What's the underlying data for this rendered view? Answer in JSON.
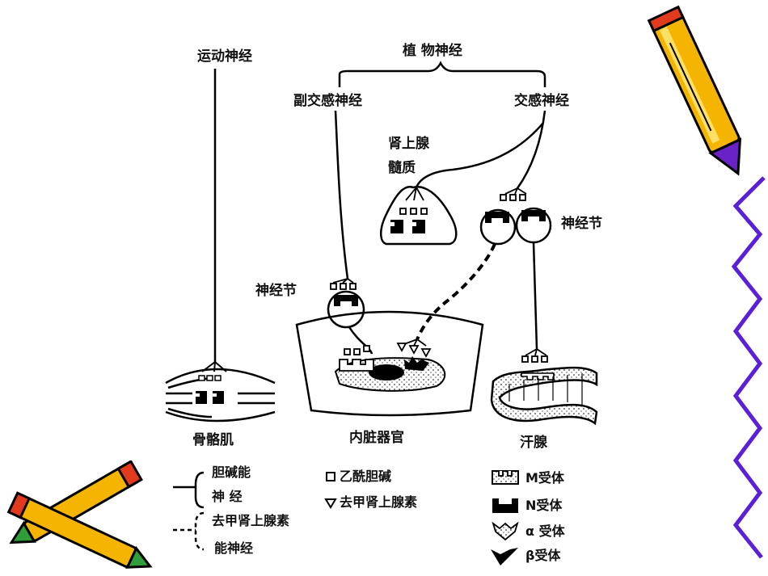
{
  "diagram": {
    "labels": {
      "motor_nerve": "运动神经",
      "autonomic_nerve": "植 物神经",
      "parasympathetic_nerve": "副交感神经",
      "sympathetic_nerve": "交感神经",
      "adrenal_medulla_line1": "肾上腺",
      "adrenal_medulla_line2": "髓质",
      "ganglion_right": "神经节",
      "ganglion_left": "神经节",
      "skeletal_muscle": "骨骼肌",
      "visceral_organ": "内脏器官",
      "sweat_gland": "汗腺"
    },
    "legend": {
      "cholinergic_line1": "胆碱能",
      "cholinergic_line2": "神  经",
      "noradrenergic_line1": "去甲肾上腺素",
      "noradrenergic_line2": "能神经",
      "acetylcholine": "乙酰胆碱",
      "norepinephrine": "去甲肾上腺素",
      "m_receptor": "M受体",
      "n_receptor": "N受体",
      "alpha_receptor": "α 受体",
      "beta_receptor": "β受体"
    }
  },
  "colors": {
    "pencil_yellow": "#f5b400",
    "pencil_red": "#e23a1e",
    "pencil_green": "#2f9e3a",
    "pencil_purple": "#6a22c8",
    "wave_border": "#5a1fd6"
  },
  "icons": [
    "pencil-icon",
    "crossed-pencils-icon"
  ]
}
